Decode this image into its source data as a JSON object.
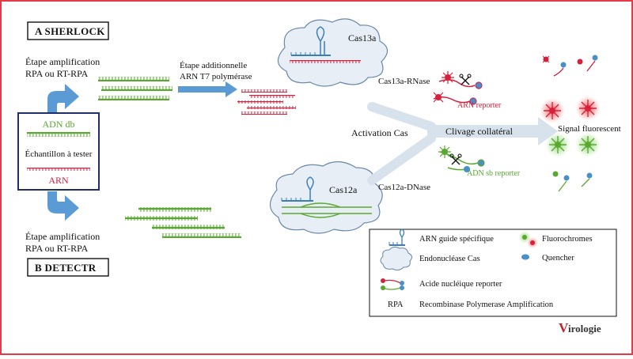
{
  "panel_a": {
    "letter": "A",
    "name": "SHERLOCK"
  },
  "panel_b": {
    "letter": "B",
    "name": "DETECTR"
  },
  "sample_box": {
    "dsdna": "ADN db",
    "sample": "Échantillon à tester",
    "rna": "ARN"
  },
  "amp_top": {
    "line1": "Étape amplification",
    "line2": "RPA ou RT-RPA"
  },
  "amp_bottom": {
    "line1": "Étape amplification",
    "line2": "RPA ou RT-RPA"
  },
  "t7_step": {
    "line1": "Étape additionnelle",
    "line2": "ARN T7 polymérase"
  },
  "cas13a": "Cas13a",
  "cas12a": "Cas12a",
  "cas13a_rnase": "Cas13a-RNase",
  "cas12a_dnase": "Cas12a-DNase",
  "activation": "Activation Cas",
  "cleavage": "Clivage collatéral",
  "signal": "Signal fluorescent",
  "rna_reporter": "ARN reporter",
  "dna_reporter": "ADN sb reporter",
  "legend": {
    "guide": "ARN guide spécifique",
    "endonuclease": "Endonucléase Cas",
    "reporter": "Acide nucléique reporter",
    "fluorochromes": "Fluorochromes",
    "quencher": "Quencher",
    "rpa_abbr": "RPA",
    "rpa_full": "Recombinase Polymerase Amplification"
  },
  "logo": {
    "initial": "V",
    "rest": "irologie"
  },
  "colors": {
    "frame": "#e33b4a",
    "dna_green": "#5aa832",
    "rna_red": "#d4213c",
    "arrow_blue": "#5b9bd5",
    "guide_blue": "#3a7ebf",
    "quencher_blue": "#4a90c8"
  }
}
